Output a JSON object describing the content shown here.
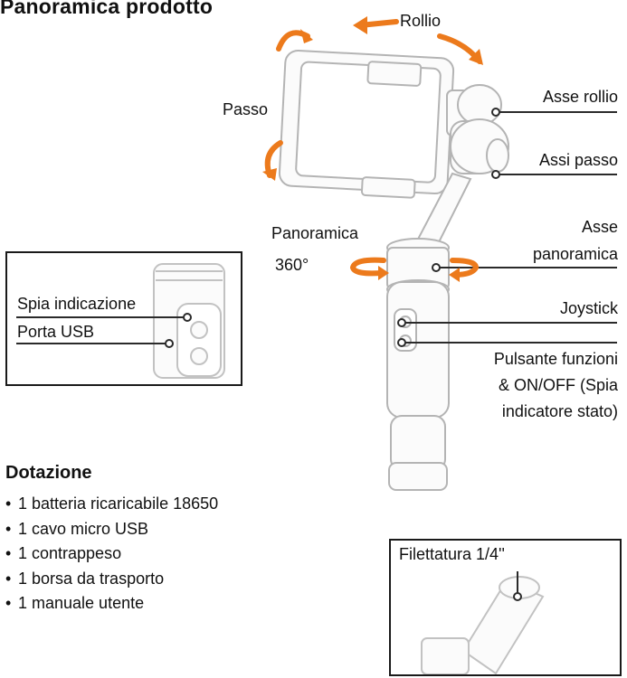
{
  "title": "Panoramica prodotto",
  "motion_labels": {
    "roll": "Rollio",
    "pitch": "Passo",
    "pan_line1": "Panoramica",
    "pan_line2": "360°"
  },
  "callouts": {
    "roll_axis": "Asse rollio",
    "pitch_axis": "Assi passo",
    "pan_axis_line1": "Asse",
    "pan_axis_line2": "panoramica",
    "joystick": "Joystick",
    "function_line1": "Pulsante funzioni",
    "function_line2": "& ON/OFF (Spia",
    "function_line3": "indicatore stato)"
  },
  "inset_side": {
    "indicator": "Spia indicazione",
    "usb": "Porta USB"
  },
  "inset_bottom": {
    "thread": "Filettatura 1/4''"
  },
  "contents": {
    "heading": "Dotazione",
    "items": [
      "1 batteria ricaricabile 18650",
      "1 cavo micro USB",
      "1 contrappeso",
      "1 borsa da trasporto",
      "1 manuale utente"
    ]
  },
  "colors": {
    "arrow": "#ec7a1c",
    "line": "#2a2a2a",
    "outline": "#b4b4b4"
  }
}
